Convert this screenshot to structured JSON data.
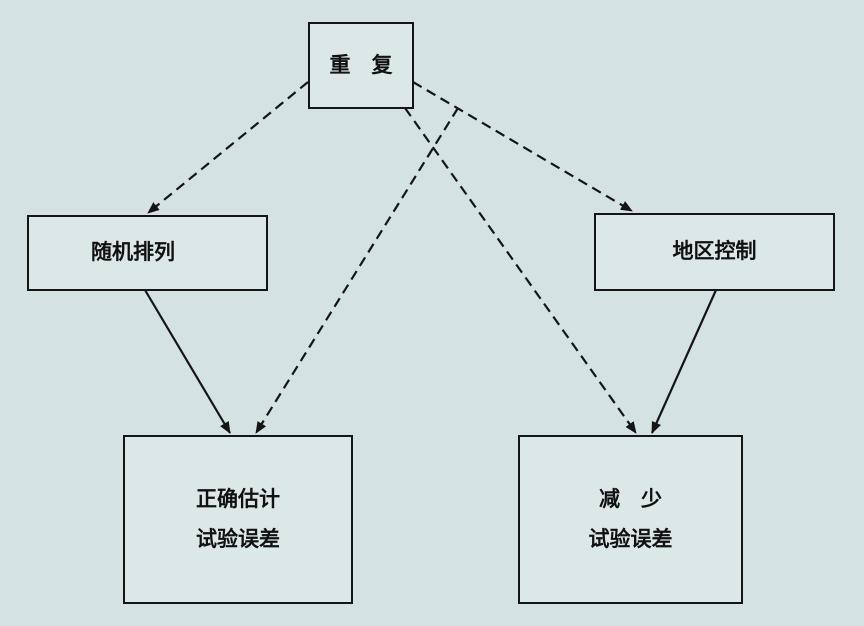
{
  "nodes": {
    "repeat": {
      "label": "重　复"
    },
    "random": {
      "label": "随机排列"
    },
    "local": {
      "label": "地区控制"
    },
    "estimate": {
      "line1": "正确估计",
      "line2": "试验误差"
    },
    "reduce": {
      "line1": "减　少",
      "line2": "试验误差"
    }
  },
  "colors": {
    "background": "#d5e2e3",
    "line": "#151515"
  }
}
